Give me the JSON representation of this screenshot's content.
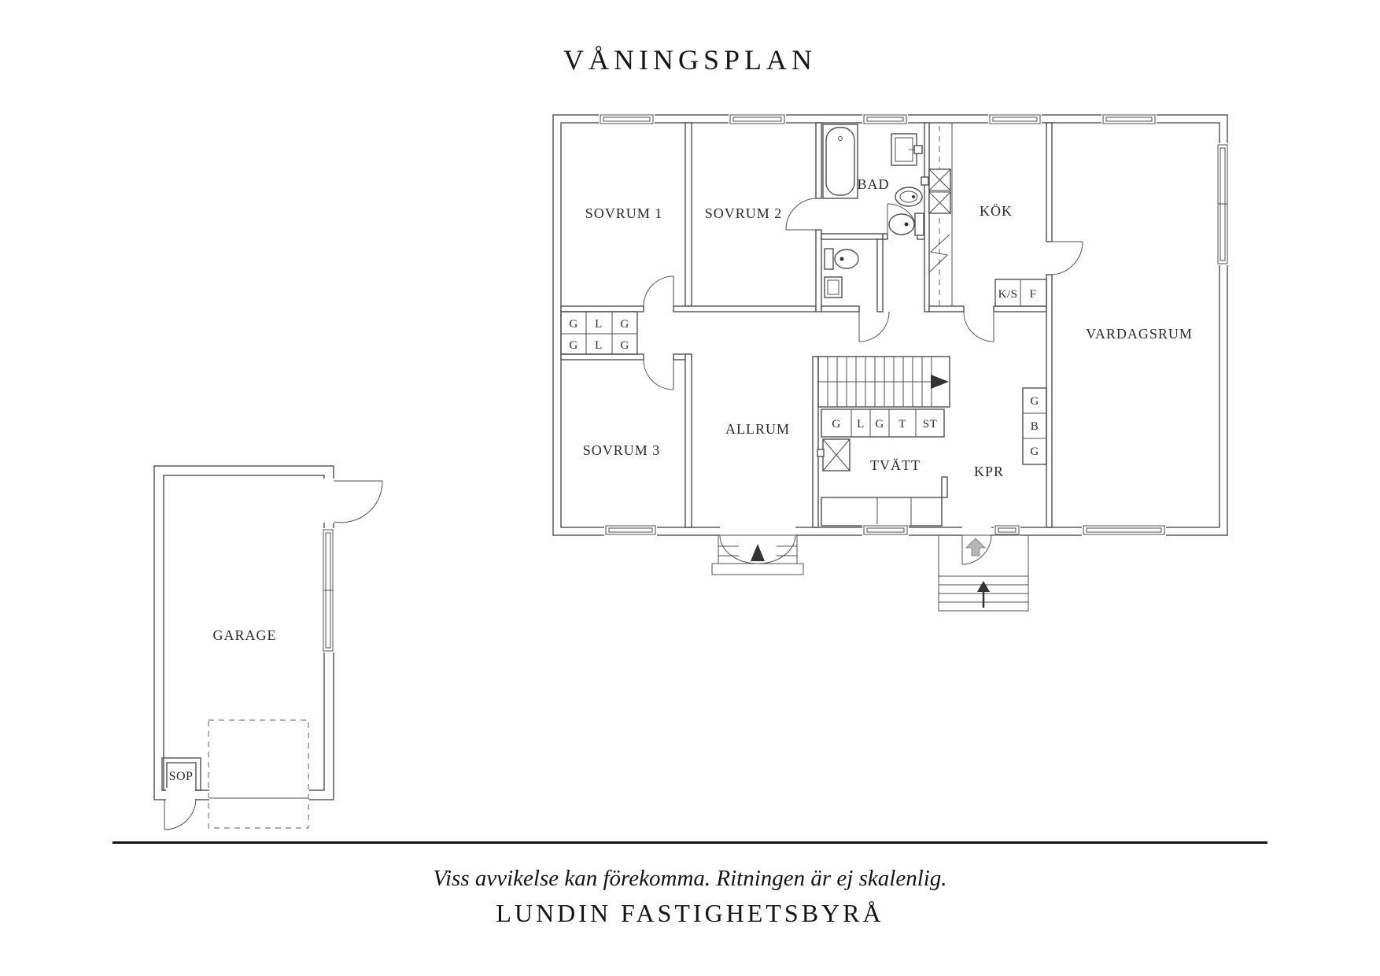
{
  "title": "VÅNINGSPLAN",
  "colors": {
    "wall_line": "#4f4f4f",
    "text": "#2b2b2b",
    "entry_arrow_grey": "#b5b5b5",
    "entry_arrow_black": "#333333",
    "divider": "#151515"
  },
  "floorplan": {
    "rooms": {
      "sovrum1": "SOVRUM 1",
      "sovrum2": "SOVRUM 2",
      "bad": "BAD",
      "kok": "KÖK",
      "vardagsrum": "VARDAGSRUM",
      "sovrum3": "SOVRUM 3",
      "allrum": "ALLRUM",
      "tvatt": "TVÄTT",
      "kpr": "KPR"
    },
    "cabinets": {
      "bedroom_closets_top": [
        "G",
        "L",
        "G"
      ],
      "bedroom_closets_bottom": [
        "G",
        "L",
        "G"
      ],
      "kitchen_units": [
        "K/S",
        "F"
      ],
      "laundry_row": [
        "G",
        "L",
        "G",
        "T",
        "ST"
      ],
      "kpr_column": [
        "G",
        "B",
        "G"
      ]
    }
  },
  "garage": {
    "label": "GARAGE",
    "sop": "SOP"
  },
  "footer": {
    "disclaimer": "Viss avvikelse kan förekomma. Ritningen är ej skalenlig.",
    "brand": "LUNDIN FASTIGHETSBYRÅ"
  }
}
